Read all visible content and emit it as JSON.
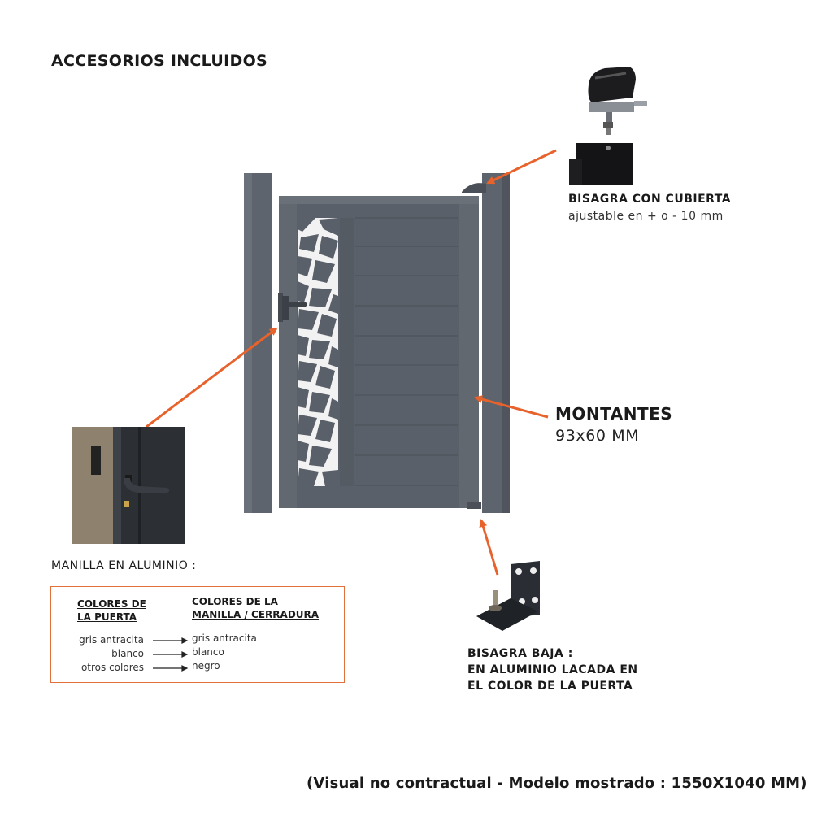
{
  "title": "ACCESORIOS INCLUIDOS",
  "hinge_top": {
    "title": "BISAGRA CON CUBIERTA",
    "subtitle": "ajustable en + o - 10 mm"
  },
  "uprights": {
    "title": "MONTANTES",
    "dimensions": "93x60 MM"
  },
  "hinge_bottom": {
    "line1": "BISAGRA BAJA :",
    "line2": "EN ALUMINIO LACADA EN",
    "line3": "EL COLOR DE LA PUERTA"
  },
  "handle": {
    "title": "MANILLA  EN ALUMINIO :"
  },
  "color_table": {
    "header_door_1": "COLORES DE",
    "header_door_2": "LA PUERTA",
    "header_handle_1": "COLORES DE LA",
    "header_handle_2": "MANILLA / CERRADURA",
    "rows": [
      {
        "door": "gris antracita",
        "handle": "gris antracita"
      },
      {
        "door": "blanco",
        "handle": "blanco"
      },
      {
        "door": "otros colores",
        "handle": "negro"
      }
    ]
  },
  "footer": "(Visual no contractual - Modelo mostrado : 1550X1040 MM)",
  "colors": {
    "accent": "#e8622c",
    "gate": "#5a6069",
    "gate_dark": "#4b5058"
  }
}
